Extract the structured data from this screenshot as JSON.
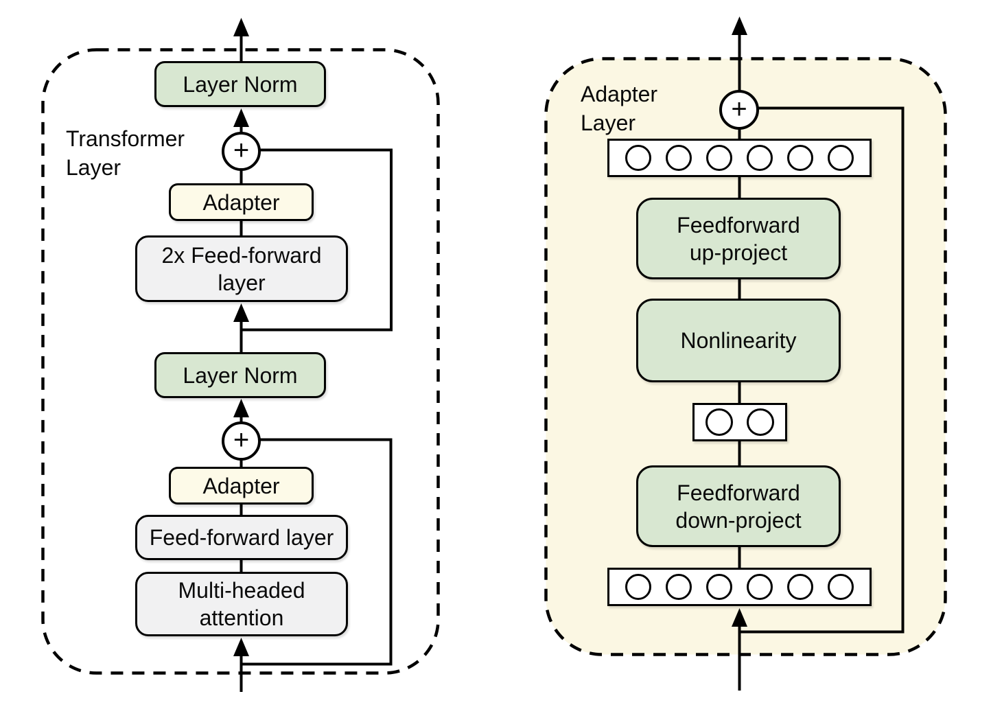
{
  "diagram": {
    "title_note": "adapter-module-architecture",
    "left_panel": {
      "label": "Transformer\nLayer",
      "nodes": {
        "layer_norm_top": "Layer Norm",
        "plus_top": "+",
        "adapter_top": "Adapter",
        "feed_forward_2x": "2x Feed-forward\nlayer",
        "layer_norm_mid": "Layer Norm",
        "plus_bottom": "+",
        "adapter_bottom": "Adapter",
        "feed_forward": "Feed-forward layer",
        "multi_head_attention": "Multi-headed\nattention"
      }
    },
    "right_panel": {
      "label": "Adapter\nLayer",
      "nodes": {
        "plus": "+",
        "feedforward_up": "Feedforward\nup-project",
        "nonlinearity": "Nonlinearity",
        "feedforward_down": "Feedforward\ndown-project"
      },
      "feature_rows": {
        "top_count": 6,
        "bottleneck_count": 2,
        "bottom_count": 6
      }
    },
    "colors": {
      "green": "#d8e7d1",
      "cream_box": "#fdfae8",
      "panel_bg": "#fbf7e3",
      "gray_box": "#f1f1f2",
      "stroke": "#000000"
    }
  }
}
